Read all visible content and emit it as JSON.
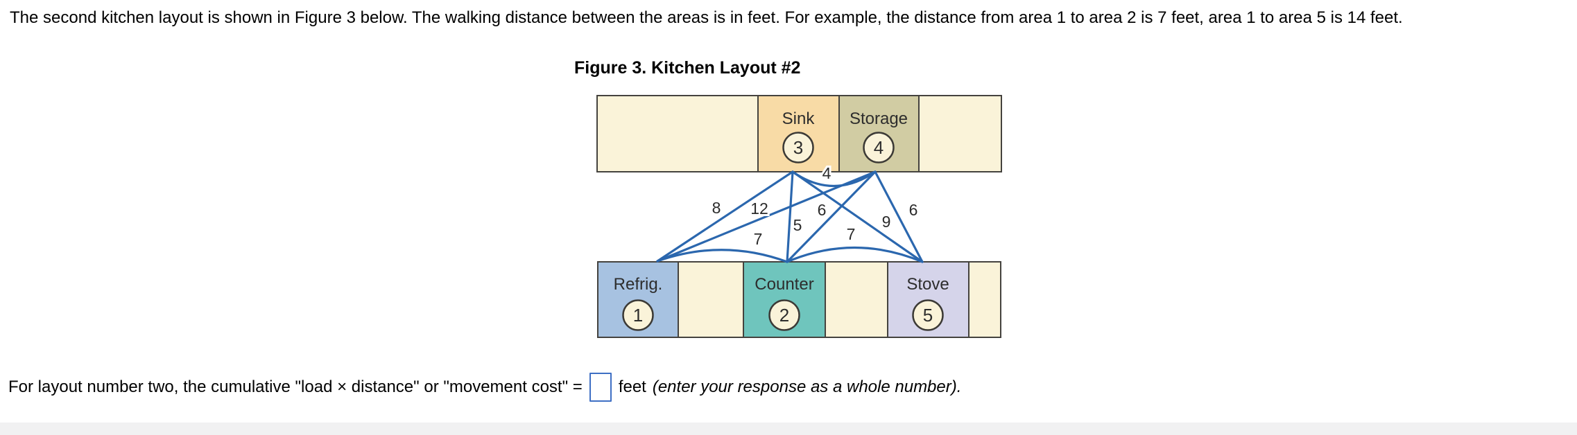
{
  "intro": {
    "text": "The second kitchen layout is shown in Figure 3 below.  The walking distance between the areas is in feet. For example, the distance from area 1 to area 2 is 7 feet, area 1 to area 5 is 14 feet."
  },
  "figure": {
    "title": "Figure 3. Kitchen Layout #2",
    "areas": [
      {
        "number": 3,
        "label": "Sink"
      },
      {
        "number": 4,
        "label": "Storage"
      },
      {
        "number": 1,
        "label": "Refrig."
      },
      {
        "number": 2,
        "label": "Counter"
      },
      {
        "number": 5,
        "label": "Stove"
      }
    ],
    "distances": [
      {
        "from": 1,
        "to": 3,
        "feet": 8
      },
      {
        "from": 1,
        "to": 4,
        "feet": 12
      },
      {
        "from": 2,
        "to": 3,
        "feet": 5
      },
      {
        "from": 2,
        "to": 4,
        "feet": 6
      },
      {
        "from": 3,
        "to": 4,
        "feet": 4
      },
      {
        "from": 3,
        "to": 5,
        "feet": 9
      },
      {
        "from": 4,
        "to": 5,
        "feet": 6
      },
      {
        "from": 1,
        "to": 2,
        "feet": 7
      },
      {
        "from": 2,
        "to": 5,
        "feet": 7
      }
    ],
    "units": "feet",
    "colors": {
      "edge_line": "#2b67ae",
      "cream_fill": "#faf3d9",
      "sink_fill": "#f8dba6",
      "storage_fill": "#d1cca3",
      "refrig_fill": "#a7c2e1",
      "counter_fill": "#6fc5bd",
      "stove_fill": "#d5d4ea",
      "box_border": "#44423e",
      "answer_box_border": "#3e6fc4",
      "footer_bar": "#f1f1f2"
    }
  },
  "question": {
    "prefix": "For layout number two, the cumulative \"load × distance\" or \"movement cost\" =",
    "answer_value": "",
    "suffix": "feet",
    "note": "(enter your response as a whole number)."
  }
}
